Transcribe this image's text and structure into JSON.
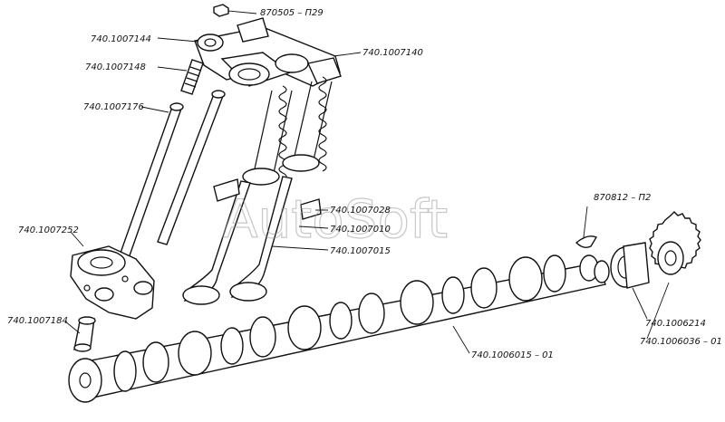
{
  "watermark": "AutoSoft",
  "labels": [
    {
      "id": "p870505",
      "text": "870505 – П29"
    },
    {
      "id": "p1007144",
      "text": "740.1007144"
    },
    {
      "id": "p1007140",
      "text": "740.1007140"
    },
    {
      "id": "p1007148",
      "text": "740.1007148"
    },
    {
      "id": "p1007176",
      "text": "740.1007176"
    },
    {
      "id": "p1007252",
      "text": "740.1007252"
    },
    {
      "id": "p1007028",
      "text": "740.1007028"
    },
    {
      "id": "p1007010",
      "text": "740.1007010"
    },
    {
      "id": "p1007015",
      "text": "740.1007015"
    },
    {
      "id": "p870812",
      "text": "870812 – П2"
    },
    {
      "id": "p1007184",
      "text": "740.1007184"
    },
    {
      "id": "p1006214",
      "text": "740.1006214"
    },
    {
      "id": "p1006036",
      "text": "740.1006036 – 01"
    },
    {
      "id": "p1006015",
      "text": "740.1006015 – 01"
    }
  ]
}
